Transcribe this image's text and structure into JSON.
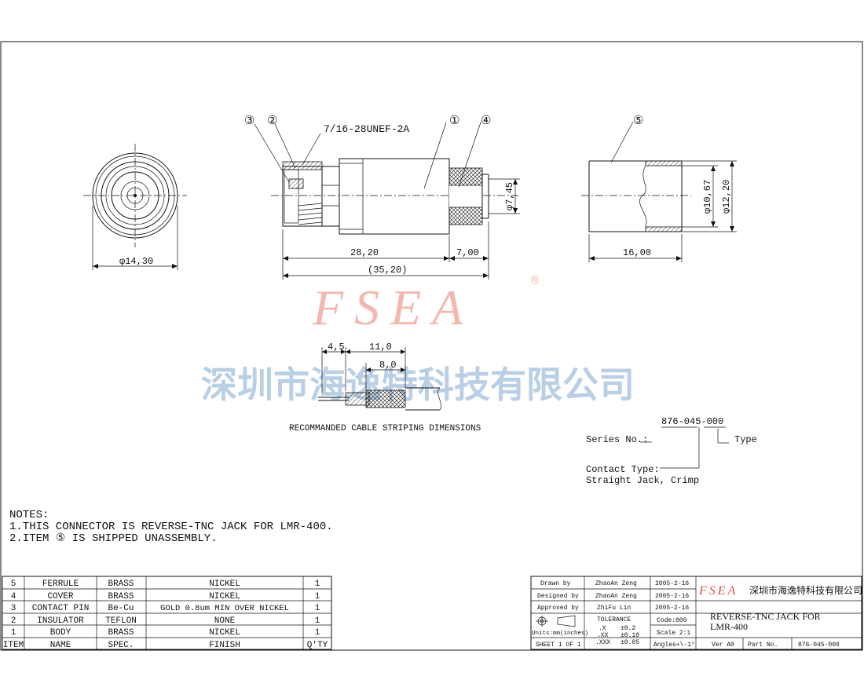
{
  "drawing": {
    "callouts": [
      "③",
      "②",
      "7/16-28UNEF-2A",
      "①",
      "④",
      "⑤"
    ],
    "dimensions": {
      "front_diameter": "φ14,30",
      "body_length": "28,20",
      "ferrule_length": "7,00",
      "overall_length": "(35,20)",
      "crimp_diameter": "φ7,45",
      "ferrule_part_length": "16,00",
      "ferrule_inner": "φ10,67",
      "ferrule_outer": "φ12,20",
      "strip_a": "4,5",
      "strip_b": "11,0",
      "strip_c": "8,0"
    },
    "strip_caption": "RECOMMANDED CABLE STRIPING DIMENSIONS",
    "watermark": {
      "brand": "FSEA",
      "reg": "®",
      "company": "深圳市海逸特科技有限公司"
    }
  },
  "series": {
    "number": "876-045-000",
    "series_label": "Series No.:",
    "type_label": "Type",
    "contact_label": "Contact Type:",
    "contact_value": "Straight Jack, Crimp"
  },
  "notes": {
    "heading": "NOTES:",
    "lines": [
      "1.THIS CONNECTOR IS REVERSE-TNC JACK FOR LMR-400.",
      "2.ITEM ⑤ IS SHIPPED UNASSEMBLY."
    ]
  },
  "bom": {
    "headers": [
      "ITEM",
      "NAME",
      "SPEC.",
      "FINISH",
      "Q'TY"
    ],
    "rows": [
      [
        "5",
        "FERRULE",
        "BRASS",
        "NICKEL",
        "1"
      ],
      [
        "4",
        "COVER",
        "BRASS",
        "NICKEL",
        "1"
      ],
      [
        "3",
        "CONTACT PIN",
        "Be-Cu",
        "GOLD 0.8um MIN OVER NICKEL",
        "1"
      ],
      [
        "2",
        "INSULATOR",
        "TEFLON",
        "NONE",
        "1"
      ],
      [
        "1",
        "BODY",
        "BRASS",
        "NICKEL",
        "1"
      ]
    ]
  },
  "title_block": {
    "drawn_label": "Drawn  by",
    "drawn_name": "ZhaoAn Zeng",
    "drawn_date": "2005-2-16",
    "designed_label": "Designed by",
    "designed_name": "ZhaoAn Zeng",
    "designed_date": "2005-2-16",
    "approved_label": "Approved by",
    "approved_name": "ZhiFu Lin",
    "approved_date": "2005-2-16",
    "units": "Units:mm(inches)",
    "tolerance_title": "TOLERANCE",
    "tol_rows": [
      [
        ".X",
        "±0.2"
      ],
      [
        ".XX",
        "±0.10"
      ],
      [
        ".XXX",
        "±0.05"
      ]
    ],
    "code": "Code:000",
    "scale": "Scale 2:1",
    "angles": "Angles+\\-1°",
    "sheet": "SHEET 1 OF 1",
    "logo": "FSEA",
    "company": "深圳市海逸特科技有限公司",
    "title_line1": "REVERSE-TNC JACK FOR",
    "title_line2": "LMR-400",
    "ver": "Ver A0",
    "part_label": "Part No.",
    "part_no": "876-045-000"
  }
}
